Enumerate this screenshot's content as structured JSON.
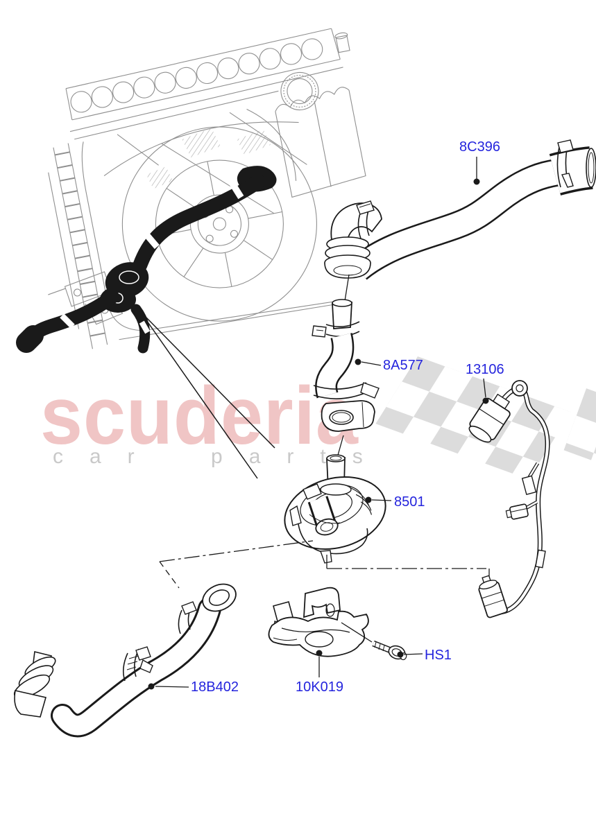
{
  "watermark": {
    "brand": "scuderia",
    "tagline": "car parts"
  },
  "part_labels": {
    "upper_hose": "8C396",
    "elbow_hose": "8A577",
    "wiring_harness": "13106",
    "auxiliary_pump": "8501",
    "bolt": "HS1",
    "pump_bracket": "10K019",
    "lower_hose": "18B402"
  },
  "colors": {
    "label_blue": "#2424dd",
    "diagram_gray": "#8f8f8f",
    "part_black": "#1a1a1a",
    "watermark_pink": "rgba(206,62,62,0.30)",
    "watermark_gray": "#c9c9c9",
    "flag_gray": "#d9d9d9",
    "background": "#ffffff"
  }
}
